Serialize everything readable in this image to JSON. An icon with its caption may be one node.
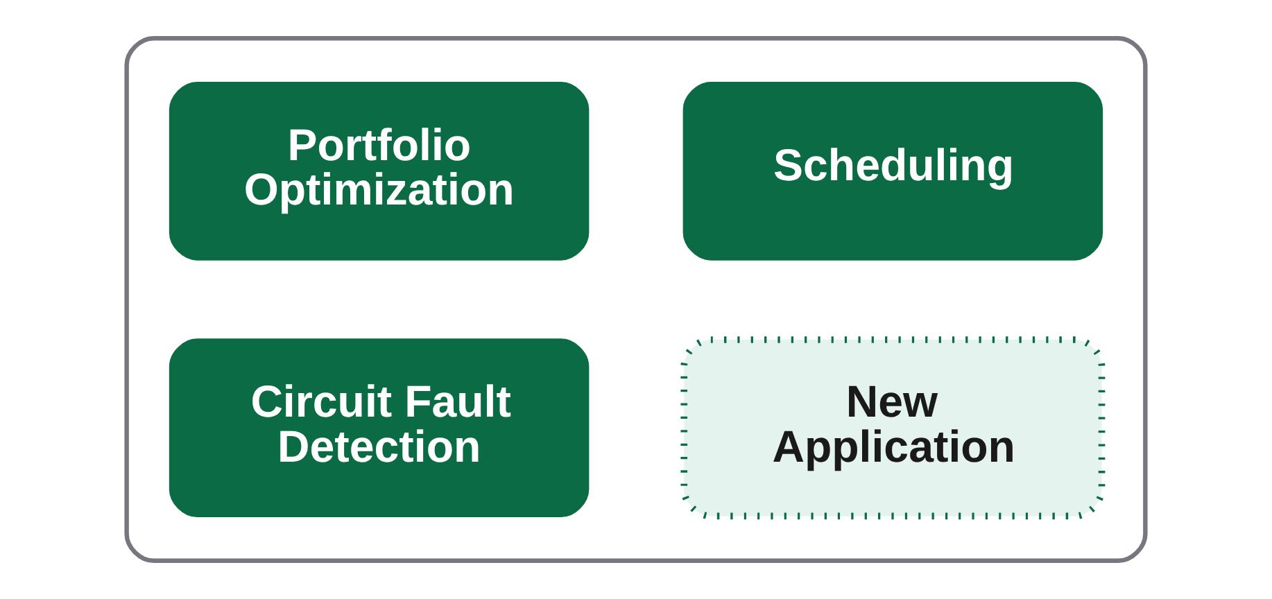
{
  "diagram": {
    "nodes": [
      {
        "text": [],
        "shape": "box"
      },
      {
        "text": [
          "Portfolio Optimization"
        ],
        "in": 0
      },
      {
        "text": [
          "Scheduling"
        ],
        "in": 0
      },
      {
        "text": [
          "Circuit Fault Detection"
        ],
        "in": 0
      },
      {
        "text": [
          "New Application"
        ],
        "in": 0
      }
    ]
  }
}
